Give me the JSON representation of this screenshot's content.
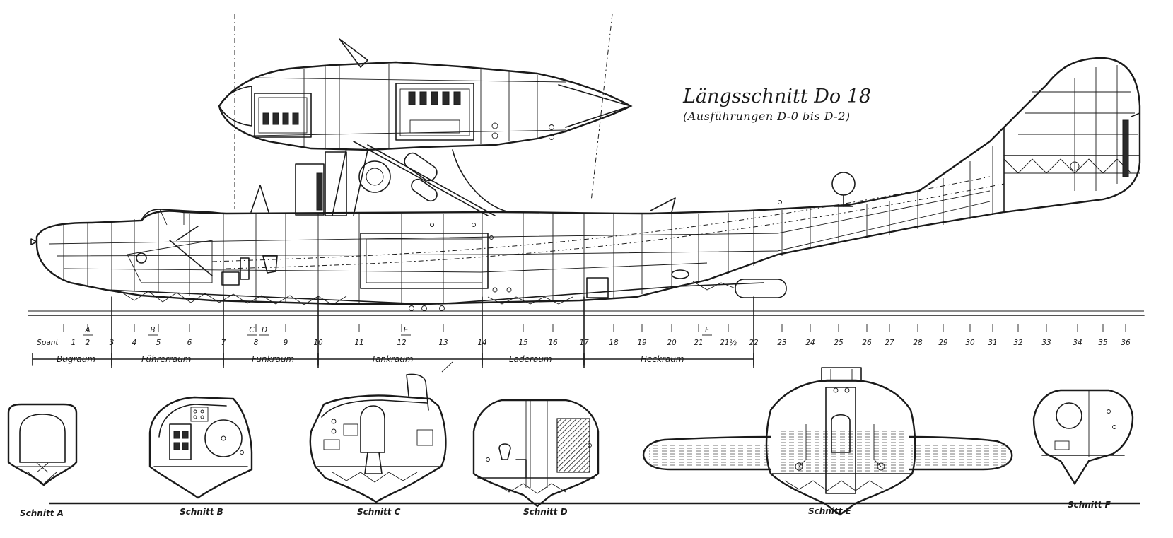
{
  "title": "Längsschnitt  Do 18",
  "subtitle": "(Ausführungen  D-0  bis  D-2)",
  "frame_axis": {
    "prefix": "Spant",
    "frames": [
      "1",
      "2",
      "3",
      "4",
      "5",
      "6",
      "7",
      "8",
      "9",
      "10",
      "11",
      "12",
      "13",
      "14",
      "15",
      "16",
      "17",
      "18",
      "19",
      "20",
      "21",
      "21½",
      "22",
      "23",
      "24",
      "25",
      "26",
      "27",
      "28",
      "29",
      "30",
      "31",
      "32",
      "33",
      "34",
      "35",
      "36"
    ],
    "section_markers": [
      "A",
      "B",
      "C",
      "D",
      "E",
      "F"
    ]
  },
  "compartments": [
    "Bugraum",
    "Führerraum",
    "Funkraum",
    "Tankraum",
    "Laderaum",
    "Heckraum"
  ],
  "cross_sections": [
    "Schnitt A",
    "Schnitt B",
    "Schnitt C",
    "Schnitt D",
    "Schnitt E",
    "Schnitt F"
  ]
}
